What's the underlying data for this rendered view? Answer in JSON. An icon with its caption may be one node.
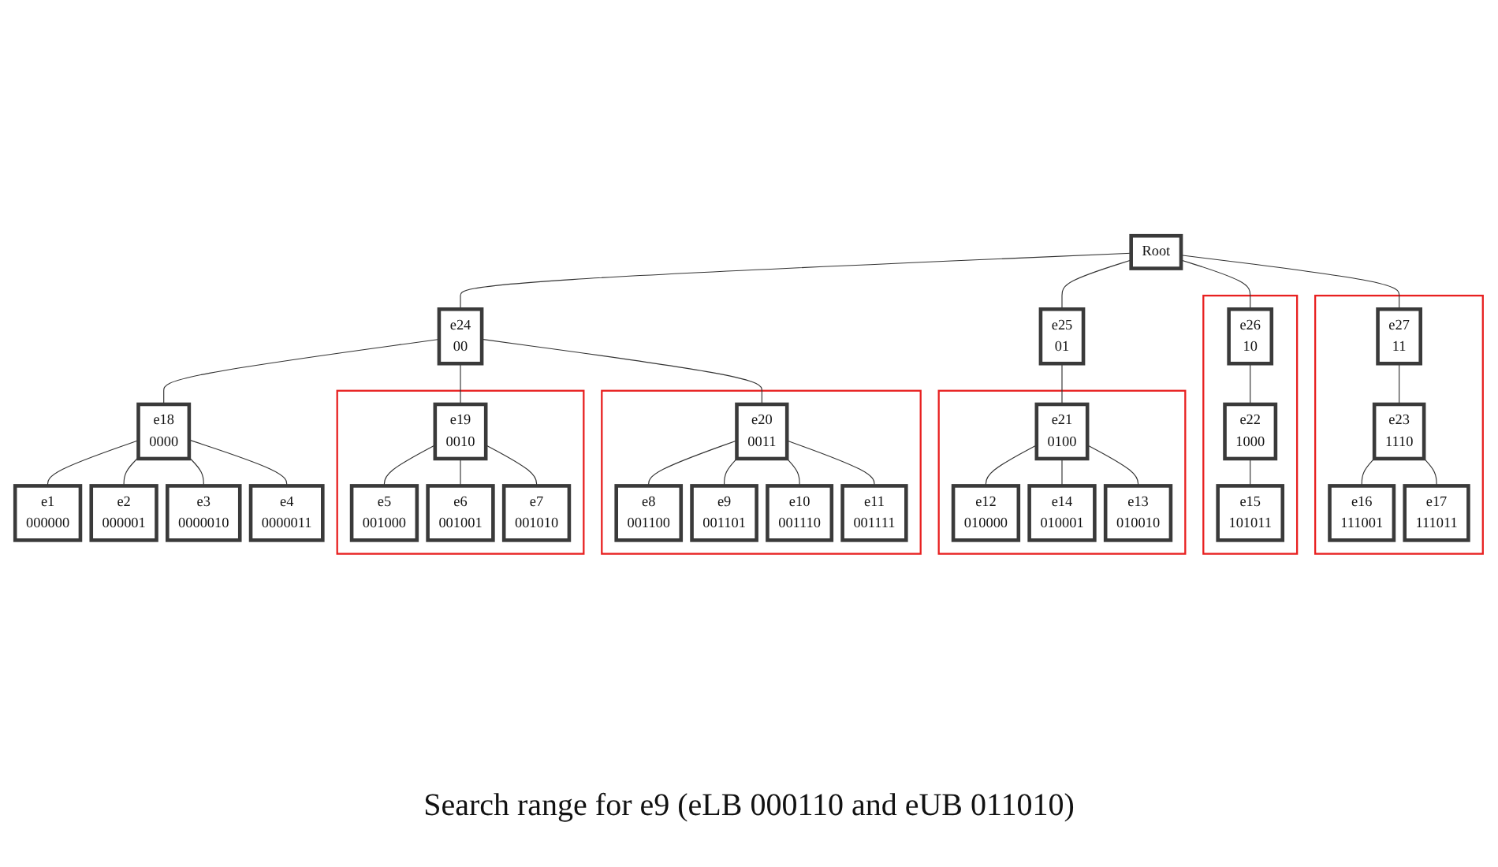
{
  "diagram": {
    "caption": "Search range for e9 (eLB 000110 and eUB 011010)",
    "nodes": [
      {
        "text": [
          "Root"
        ]
      },
      {
        "text": [
          "e24",
          "00"
        ]
      },
      {
        "text": [
          "e25",
          "01"
        ]
      },
      {
        "text": [],
        "shape": "box"
      },
      {
        "text": [
          "e26",
          "10"
        ],
        "in": 3
      },
      {
        "text": [],
        "shape": "box"
      },
      {
        "text": [
          "e27",
          "11"
        ],
        "in": 5
      },
      {
        "text": [
          "e18",
          "0000"
        ]
      },
      {
        "text": [],
        "shape": "box"
      },
      {
        "text": [
          "e19",
          "0010"
        ],
        "in": 8
      },
      {
        "text": [],
        "shape": "box"
      },
      {
        "text": [
          "e20",
          "0011"
        ],
        "in": 10
      },
      {
        "text": [],
        "shape": "box"
      },
      {
        "text": [
          "e21",
          "0100"
        ],
        "in": 12
      },
      {
        "text": [
          "e22",
          "1000"
        ],
        "in": 3
      },
      {
        "text": [
          "e23",
          "1110"
        ],
        "in": 5
      },
      {
        "text": [
          "e1",
          "000000"
        ]
      },
      {
        "text": [
          "e2",
          "000001"
        ]
      },
      {
        "text": [
          "e5",
          "001000"
        ],
        "in": 8
      },
      {
        "text": [
          "e6",
          "001001"
        ],
        "in": 8
      },
      {
        "text": [
          "e8",
          "001100"
        ],
        "in": 10
      },
      {
        "text": [
          "e9",
          "001101"
        ],
        "in": 10
      },
      {
        "text": [
          "e12",
          "010000"
        ],
        "in": 12
      },
      {
        "text": [
          "e14",
          "010001"
        ],
        "in": 12
      },
      {
        "text": [
          "e15",
          "101011"
        ],
        "in": 3
      },
      {
        "text": [
          "e16",
          "111001"
        ],
        "in": 5
      },
      {
        "text": [
          "e17",
          "111011"
        ],
        "in": 5
      },
      {
        "text": [
          "e3",
          "0000010"
        ]
      },
      {
        "text": [
          "e4",
          "0000011"
        ]
      },
      {
        "text": [
          "e7",
          "001010"
        ],
        "in": 8
      },
      {
        "text": [
          "e10",
          "001110"
        ],
        "in": 10
      },
      {
        "text": [
          "e11",
          "001111"
        ],
        "in": 10
      },
      {
        "text": [
          "e13",
          "010010"
        ],
        "in": 12
      }
    ],
    "edges": [
      {
        "from": 0,
        "to": 1,
        "arrow": "none"
      },
      {
        "from": 0,
        "to": 2,
        "arrow": "none"
      },
      {
        "from": 0,
        "to": 4,
        "arrow": "none"
      },
      {
        "from": 0,
        "to": 6,
        "arrow": "none"
      },
      {
        "from": 1,
        "to": 7,
        "arrow": "none"
      },
      {
        "from": 1,
        "to": 9,
        "arrow": "none"
      },
      {
        "from": 1,
        "to": 11,
        "arrow": "none"
      },
      {
        "from": 2,
        "to": 13,
        "arrow": "none"
      },
      {
        "from": 4,
        "to": 14,
        "arrow": "none"
      },
      {
        "from": 6,
        "to": 15,
        "arrow": "none"
      },
      {
        "from": 7,
        "to": 16,
        "arrow": "none"
      },
      {
        "from": 7,
        "to": 17,
        "arrow": "none"
      },
      {
        "from": 7,
        "to": 27,
        "arrow": "none"
      },
      {
        "from": 7,
        "to": 28,
        "arrow": "none"
      },
      {
        "from": 9,
        "to": 18,
        "arrow": "none"
      },
      {
        "from": 9,
        "to": 19,
        "arrow": "none"
      },
      {
        "from": 9,
        "to": 29,
        "arrow": "none"
      },
      {
        "from": 11,
        "to": 20,
        "arrow": "none"
      },
      {
        "from": 11,
        "to": 21,
        "arrow": "none"
      },
      {
        "from": 11,
        "to": 30,
        "arrow": "none"
      },
      {
        "from": 11,
        "to": 31,
        "arrow": "none"
      },
      {
        "from": 13,
        "to": 22,
        "arrow": "none"
      },
      {
        "from": 13,
        "to": 23,
        "arrow": "none"
      },
      {
        "from": 13,
        "to": 32,
        "arrow": "none"
      },
      {
        "from": 14,
        "to": 24,
        "arrow": "none"
      },
      {
        "from": 15,
        "to": 25,
        "arrow": "none"
      },
      {
        "from": 15,
        "to": 26,
        "arrow": "none"
      }
    ]
  }
}
